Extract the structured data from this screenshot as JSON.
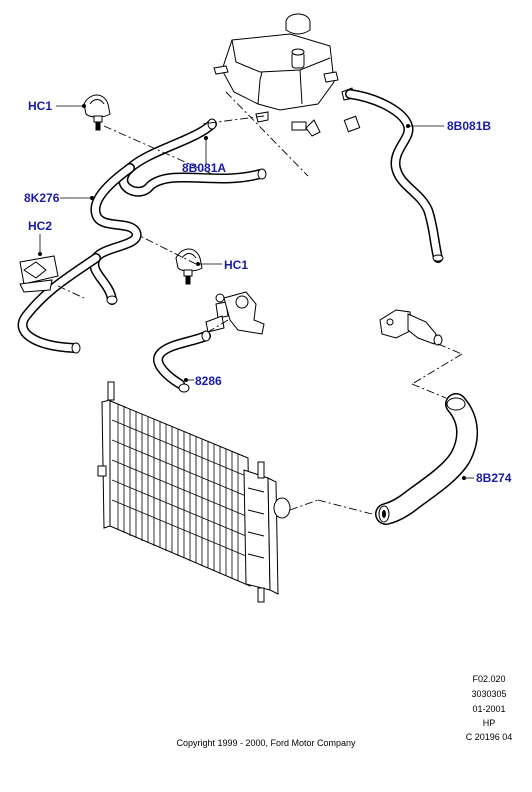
{
  "callouts": {
    "hc1_top": "HC1",
    "b081b": "8B081B",
    "b081a": "8B081A",
    "k276": "8K276",
    "hc2": "HC2",
    "hc1_mid": "HC1",
    "p8286": "8286",
    "b274": "8B274"
  },
  "meta": {
    "code": "F02.020",
    "number": "3030305",
    "date": "01-2001",
    "line": "HP",
    "ref": "C 20196 04"
  },
  "copyright": "Copyright 1999 - 2000, Ford Motor Company",
  "colors": {
    "callout": "#1a1aa8",
    "line": "#000000",
    "hose": "#000000"
  }
}
